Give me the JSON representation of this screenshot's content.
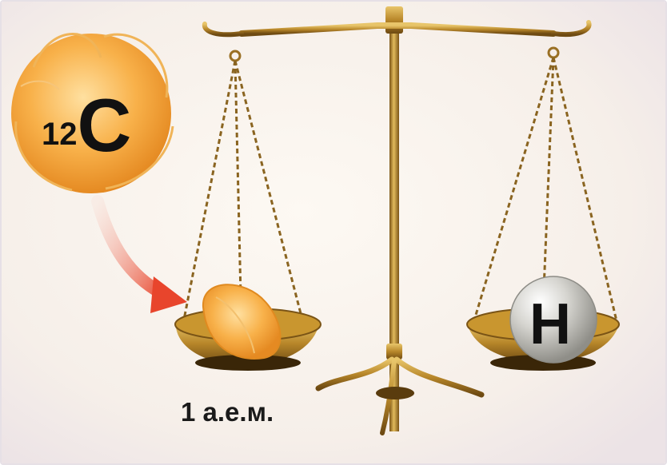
{
  "illustration": {
    "carbon_mass_number": "12",
    "carbon_symbol": "C",
    "hydrogen_symbol": "H",
    "unit_label": "1 а.е.м."
  },
  "colors": {
    "background": "#f6efe9",
    "brass": "#b8872a",
    "orange": "#f6a53b",
    "arrow": "#e8452c",
    "sphere": "#c9c9c4"
  },
  "icons": [
    "balance-scale-icon",
    "orange-fruit-icon",
    "orange-segment-icon",
    "hydrogen-atom-sphere-icon",
    "arrow-icon"
  ]
}
